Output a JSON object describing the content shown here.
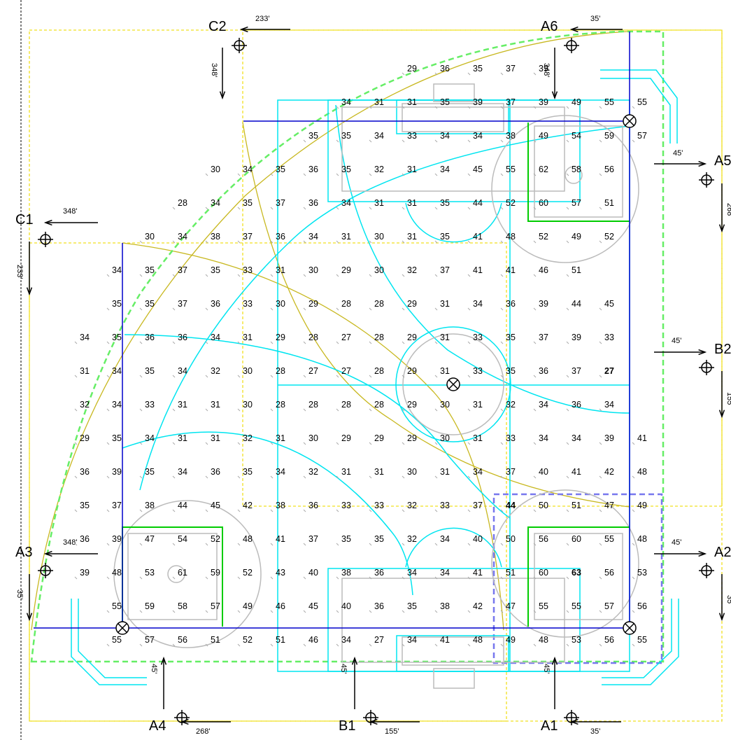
{
  "colors": {
    "cyan": "#00e5f0",
    "blue": "#0000cc",
    "green": "#00cc00",
    "dash_green": "#66ee66",
    "yellow": "#f0e020",
    "grey": "#bbbbbb",
    "red": "#ee1111",
    "periwinkle": "#7777ee"
  },
  "callouts": [
    {
      "label": "C2",
      "distance": "233'",
      "offset": "348'"
    },
    {
      "label": "A6",
      "distance": "35'",
      "offset": "348'"
    },
    {
      "label": "C1",
      "distance": "348'",
      "offset": "233'"
    },
    {
      "label": "A5",
      "distance": "45'",
      "offset": "268'"
    },
    {
      "label": "B2",
      "distance": "45'",
      "offset": "155'"
    },
    {
      "label": "A2",
      "distance": "45'",
      "offset": "35'"
    },
    {
      "label": "A3",
      "distance": "348'",
      "offset": "35'"
    },
    {
      "label": "A4",
      "distance": "268'",
      "offset": "45'"
    },
    {
      "label": "B1",
      "distance": "155'",
      "offset": "45'"
    },
    {
      "label": "A1",
      "distance": "35'",
      "offset": "45'"
    }
  ],
  "grid": {
    "x": [
      119,
      165,
      212,
      259,
      306,
      352,
      399,
      446,
      493,
      540,
      587,
      634,
      681,
      728,
      775,
      822,
      869,
      916
    ],
    "y": [
      102,
      150,
      198,
      246,
      294,
      342,
      390,
      438,
      486,
      534,
      582,
      630,
      678,
      726,
      774,
      822,
      870,
      918
    ],
    "rows": [
      [
        null,
        null,
        null,
        null,
        null,
        null,
        null,
        null,
        null,
        null,
        "29",
        "36",
        "35",
        "37",
        "39",
        null,
        null,
        null
      ],
      [
        null,
        null,
        null,
        null,
        null,
        null,
        null,
        null,
        "34",
        "31",
        "31",
        "35",
        "39",
        "37",
        "39",
        "49",
        "55",
        "55"
      ],
      [
        null,
        null,
        null,
        null,
        null,
        null,
        null,
        "35",
        "35",
        "34",
        "33",
        "34",
        "34",
        "38",
        "49",
        "54",
        "59",
        "57"
      ],
      [
        null,
        null,
        null,
        null,
        "30",
        "34",
        "35",
        "36",
        "35",
        "32",
        "31",
        "34",
        "45",
        "55",
        "62",
        "58",
        "56",
        null
      ],
      [
        null,
        null,
        null,
        "28",
        "34",
        "35",
        "37",
        "36",
        "34",
        "31",
        "31",
        "35",
        "44",
        "52",
        "60",
        "57",
        "51",
        null
      ],
      [
        null,
        null,
        "30",
        "34",
        "38",
        "37",
        "36",
        "34",
        "31",
        "30",
        "31",
        "35",
        "41",
        "48",
        "52",
        "49",
        "52",
        null
      ],
      [
        null,
        "34",
        "35",
        "37",
        "35",
        "33",
        "31",
        "30",
        "29",
        "30",
        "32",
        "37",
        "41",
        "41",
        "46",
        "51",
        null,
        null
      ],
      [
        null,
        "35",
        "35",
        "37",
        "36",
        "33",
        "30",
        "29",
        "28",
        "28",
        "29",
        "31",
        "34",
        "36",
        "39",
        "44",
        "45",
        null
      ],
      [
        "34",
        "35",
        "36",
        "36",
        "34",
        "31",
        "29",
        "28",
        "27",
        "28",
        "29",
        "31",
        "33",
        "35",
        "37",
        "39",
        "33",
        null
      ],
      [
        "31",
        "34",
        "35",
        "34",
        "32",
        "30",
        "28",
        "27",
        "27",
        "28",
        "29",
        "31",
        "33",
        "35",
        "36",
        "37",
        "27",
        null
      ],
      [
        "32",
        "34",
        "33",
        "31",
        "31",
        "30",
        "28",
        "28",
        "28",
        "28",
        "29",
        "30",
        "31",
        "32",
        "34",
        "36",
        "34",
        null
      ],
      [
        "29",
        "35",
        "34",
        "31",
        "31",
        "32",
        "31",
        "30",
        "29",
        "29",
        "29",
        "30",
        "31",
        "33",
        "34",
        "34",
        "39",
        "41"
      ],
      [
        "36",
        "39",
        "35",
        "34",
        "36",
        "35",
        "34",
        "32",
        "31",
        "31",
        "30",
        "31",
        "34",
        "37",
        "40",
        "41",
        "42",
        "48"
      ],
      [
        "35",
        "37",
        "38",
        "44",
        "45",
        "42",
        "38",
        "36",
        "33",
        "33",
        "32",
        "33",
        "37",
        "44",
        "50",
        "51",
        "47",
        "49"
      ],
      [
        "36",
        "39",
        "47",
        "54",
        "52",
        "48",
        "41",
        "37",
        "35",
        "35",
        "32",
        "34",
        "40",
        "50",
        "56",
        "60",
        "55",
        "48"
      ],
      [
        "39",
        "48",
        "53",
        "61",
        "59",
        "52",
        "43",
        "40",
        "38",
        "36",
        "34",
        "34",
        "41",
        "51",
        "60",
        "63",
        "56",
        "53"
      ],
      [
        null,
        "55",
        "59",
        "58",
        "57",
        "49",
        "46",
        "45",
        "40",
        "36",
        "35",
        "38",
        "42",
        "47",
        "55",
        "55",
        "57",
        "56"
      ],
      [
        null,
        "55",
        "57",
        "56",
        "51",
        "52",
        "51",
        "46",
        "34",
        "27",
        "34",
        "41",
        "48",
        "49",
        "48",
        "53",
        "56",
        "55"
      ]
    ],
    "max_value": "63",
    "min_value": "27"
  },
  "fixtures": [
    {
      "name": "fixture-top-right"
    },
    {
      "name": "fixture-center"
    },
    {
      "name": "fixture-bottom-left"
    },
    {
      "name": "fixture-bottom-right"
    }
  ]
}
